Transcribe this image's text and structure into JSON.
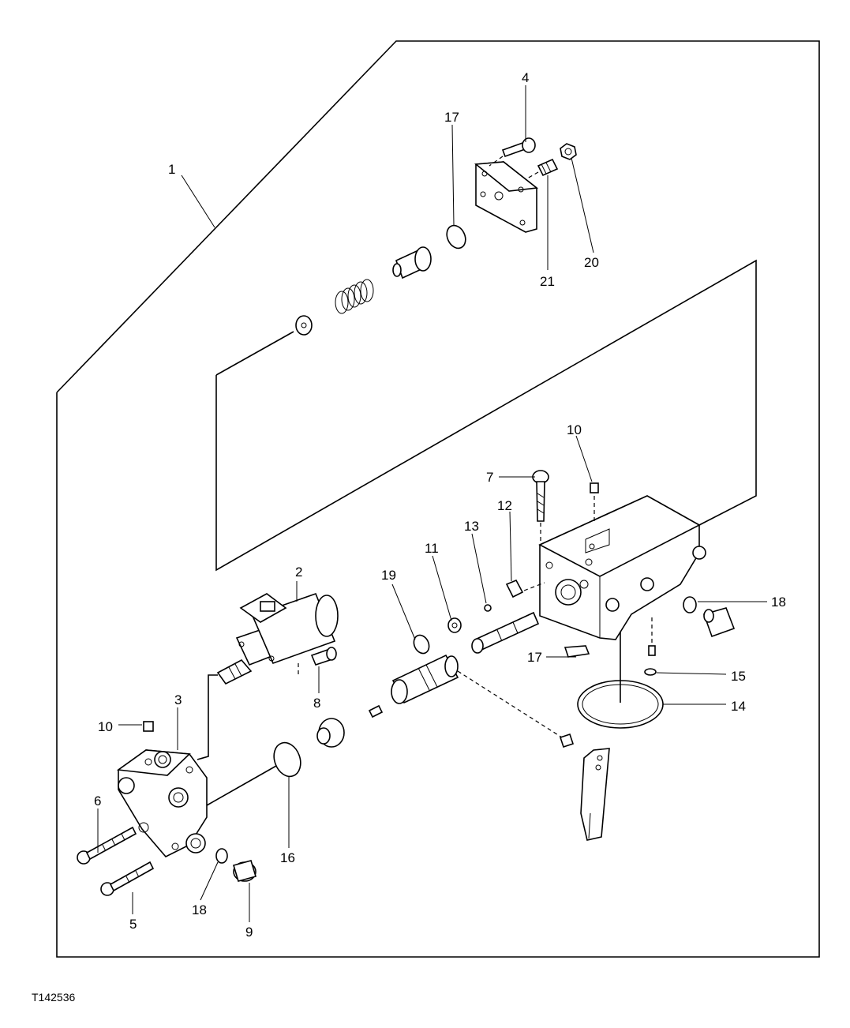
{
  "figure_id": "T142536",
  "callouts": {
    "c1": "1",
    "c2": "2",
    "c3": "3",
    "c4": "4",
    "c5": "5",
    "c6": "6",
    "c7": "7",
    "c8": "8",
    "c9": "9",
    "c10a": "10",
    "c10b": "10",
    "c11": "11",
    "c12": "12",
    "c13": "13",
    "c14": "14",
    "c15": "15",
    "c16": "16",
    "c17a": "17",
    "c17b": "17",
    "c18a": "18",
    "c18b": "18",
    "c19": "19",
    "c20": "20",
    "c21": "21"
  }
}
